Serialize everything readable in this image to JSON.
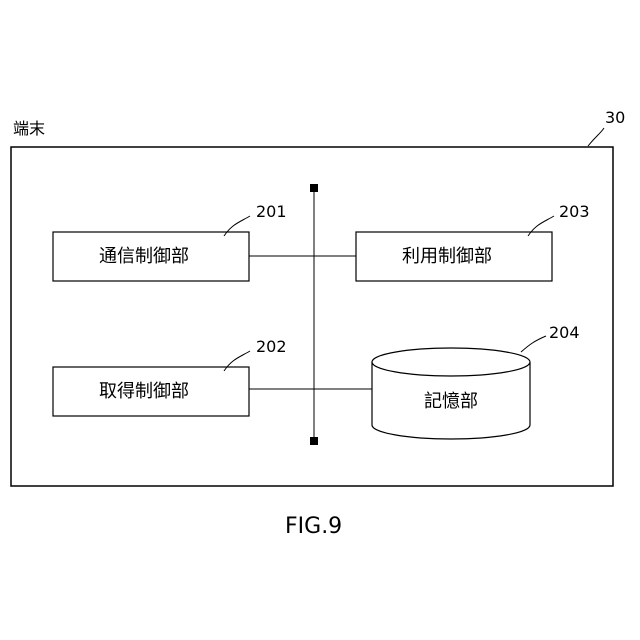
{
  "terminal": {
    "label": "端末",
    "ref": "30"
  },
  "blocks": {
    "comm": {
      "label": "通信制御部",
      "ref": "201"
    },
    "acq": {
      "label": "取得制御部",
      "ref": "202"
    },
    "use": {
      "label": "利用制御部",
      "ref": "203"
    },
    "storage": {
      "label": "記憶部",
      "ref": "204"
    }
  },
  "figure": {
    "caption": "FIG.9"
  }
}
